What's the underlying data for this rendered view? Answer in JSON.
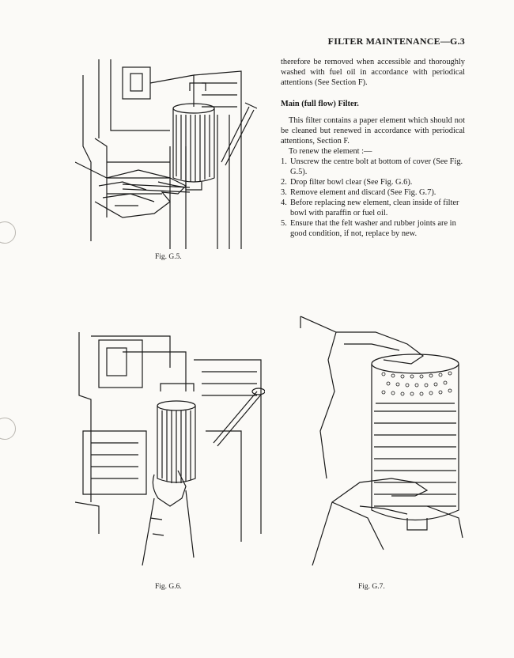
{
  "header": "FILTER MAINTENANCE—G.3",
  "paragraph_continued": "therefore be removed when accessible and thoroughly washed with fuel oil in accordance with periodical attentions (See Section F).",
  "subheading": "Main (full flow) Filter.",
  "paragraph_main": "This filter contains a paper element which should not be cleaned but renewed in accordance with periodical attentions, Section F.",
  "renew_intro": "To renew the element :—",
  "steps": [
    {
      "num": "1.",
      "text": "Unscrew the centre bolt at bottom of cover (See Fig. G.5)."
    },
    {
      "num": "2.",
      "text": "Drop filter bowl clear (See Fig. G.6)."
    },
    {
      "num": "3.",
      "text": "Remove element and discard (See Fig. G.7)."
    },
    {
      "num": "4.",
      "text": "Before replacing new element, clean inside of filter bowl with paraffin or fuel oil."
    },
    {
      "num": "5.",
      "text": "Ensure that the felt washer and rubber joints are in good condition, if not, replace by new."
    }
  ],
  "figures": {
    "g5": "Fig. G.5.",
    "g6": "Fig. G.6.",
    "g7": "Fig. G.7."
  }
}
